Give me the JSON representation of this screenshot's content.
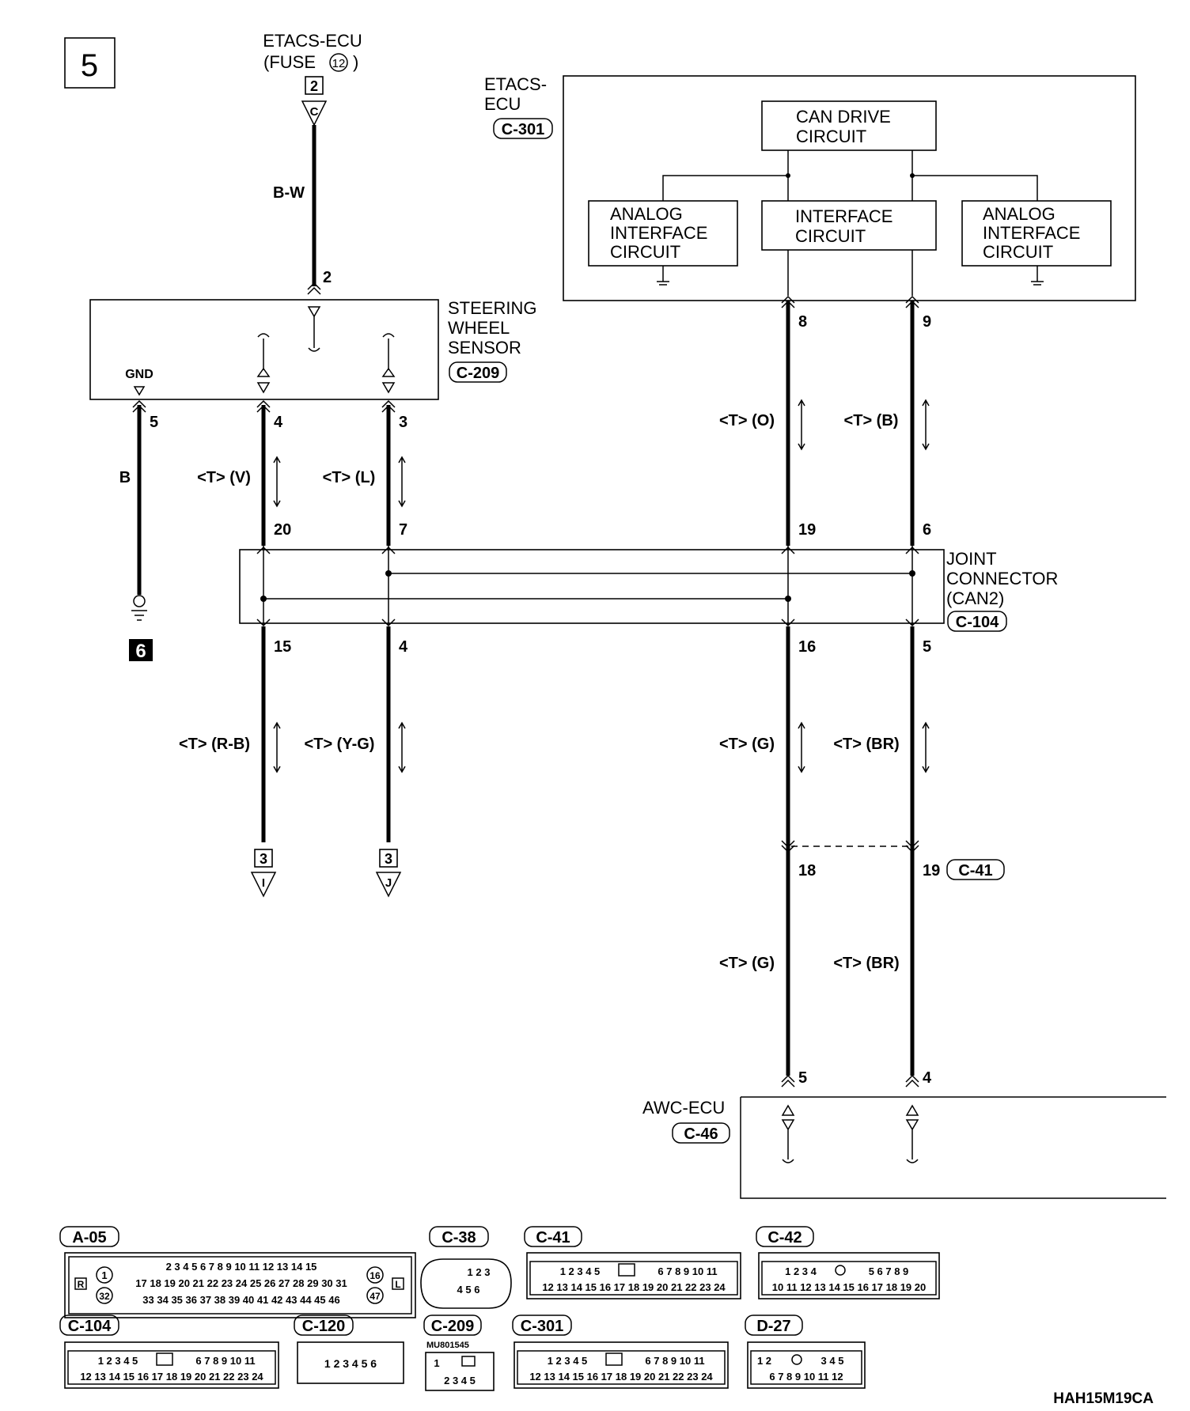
{
  "page": {
    "section_number": "5",
    "diagram_code": "HAH15M19CA"
  },
  "components": {
    "etacs_fuse": {
      "line1": "ETACS-ECU",
      "line2": "(FUSE",
      "fuse_no": "12",
      "line2_end": ")",
      "box_no": "2",
      "tri_letter": "C"
    },
    "etacs_ecu": {
      "line1": "ETACS-",
      "line2": "ECU",
      "connector": "C-301"
    },
    "can_drive": {
      "line1": "CAN DRIVE",
      "line2": "CIRCUIT"
    },
    "analog_left": {
      "line1": "ANALOG",
      "line2": "INTERFACE",
      "line3": "CIRCUIT"
    },
    "interface": {
      "line1": "INTERFACE",
      "line2": "CIRCUIT"
    },
    "analog_right": {
      "line1": "ANALOG",
      "line2": "INTERFACE",
      "line3": "CIRCUIT"
    },
    "steering": {
      "line1": "STEERING",
      "line2": "WHEEL",
      "line3": "SENSOR",
      "connector": "C-209",
      "gnd": "GND"
    },
    "joint": {
      "line1": "JOINT",
      "line2": "CONNECTOR",
      "line3": "(CAN2)",
      "connector": "C-104"
    },
    "awc": {
      "line1": "AWC-ECU",
      "connector": "C-46"
    },
    "c41_tag": "C-41",
    "ground_no": "6"
  },
  "wires": {
    "bw": "B-W",
    "b": "B",
    "t_v": "<T> (V)",
    "t_l": "<T> (L)",
    "t_o": "<T> (O)",
    "t_b": "<T> (B)",
    "t_rb": "<T> (R-B)",
    "t_yg": "<T> (Y-G)",
    "t_g1": "<T> (G)",
    "t_br1": "<T> (BR)",
    "t_g2": "<T> (G)",
    "t_br2": "<T> (BR)"
  },
  "pins": {
    "p_sw2": "2",
    "p_sw5": "5",
    "p_sw4": "4",
    "p_sw3": "3",
    "p_e8": "8",
    "p_e9": "9",
    "p_j20": "20",
    "p_j7": "7",
    "p_j19": "19",
    "p_j6": "6",
    "p_j15": "15",
    "p_j4": "4",
    "p_j16": "16",
    "p_j5": "5",
    "p_c18": "18",
    "p_c19": "19",
    "p_a5": "5",
    "p_a4": "4"
  },
  "offpage": {
    "left_box": "3",
    "left_letter": "I",
    "right_box": "3",
    "right_letter": "J"
  },
  "connectors": {
    "a05": {
      "label": "A-05",
      "r": "R",
      "l": "L",
      "p1": "1",
      "p32": "32",
      "p16": "16",
      "p47": "47",
      "row1": "2 3 4 5 6 7 8 9 10 11 12 13 14 15",
      "row2": "17 18 19 20 21 22 23 24 25 26 27 28 29 30 31",
      "row3": "33 34 35 36 37 38 39 40 41 42 43 44 45 46"
    },
    "c38": {
      "label": "C-38",
      "top": "1 2 3",
      "bottom": "4 5 6"
    },
    "c41": {
      "label": "C-41",
      "row1a": "1 2 3 4 5",
      "row1b": "6 7 8 9 10 11",
      "row2": "12 13 14 15 16 17 18 19 20 21 22 23 24"
    },
    "c42": {
      "label": "C-42",
      "row1a": "1 2 3 4",
      "row1b": "5 6 7 8 9",
      "row2": "10 11 12 13 14 15 16 17 18 19 20"
    },
    "c104": {
      "label": "C-104",
      "row1a": "1 2 3 4 5",
      "row1b": "6 7 8 9 10 11",
      "row2": "12 13 14 15 16 17 18 19 20 21 22 23 24"
    },
    "c120": {
      "label": "C-120",
      "row": "1 2 3 4 5 6"
    },
    "c209": {
      "label": "C-209",
      "part": "MU801545",
      "top": "1",
      "bottom": "2 3 4 5"
    },
    "c301": {
      "label": "C-301",
      "row1a": "1 2 3 4 5",
      "row1b": "6 7 8 9 10 11",
      "row2": "12 13 14 15 16 17 18 19 20 21 22 23 24"
    },
    "d27": {
      "label": "D-27",
      "row1a": "1 2",
      "row1b": "3 4 5",
      "row2": "6 7 8 9 10 11 12"
    }
  }
}
